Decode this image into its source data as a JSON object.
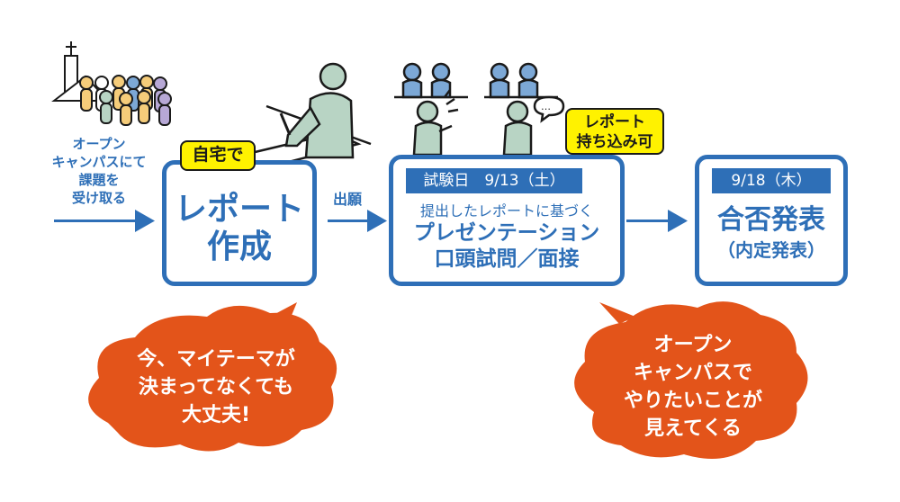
{
  "intro": {
    "lines": [
      "オープン",
      "キャンパスにて",
      "課題を",
      "受け取る"
    ]
  },
  "step1": {
    "tag": "自宅で",
    "title_line1": "レポート",
    "title_line2": "作成"
  },
  "between1": {
    "label": "出願"
  },
  "step2": {
    "tag_line1": "レポート",
    "tag_line2": "持ち込み可",
    "date_bar": "試験日　9/13（土）",
    "subtitle": "提出したレポートに基づく",
    "title_line1": "プレゼンテーション",
    "title_line2": "口頭試問／面接"
  },
  "step3": {
    "date_bar": "9/18（木）",
    "title_line1": "合否発表",
    "title_line2": "（内定発表）"
  },
  "bubble_left": {
    "lines": [
      "今、マイテーマが",
      "決まってなくても",
      "大丈夫!"
    ]
  },
  "bubble_right": {
    "lines": [
      "オープン",
      "キャンパスで",
      "やりたいことが",
      "見えてくる"
    ]
  },
  "colors": {
    "primary": "#2e6fb7",
    "accent_orange": "#e3541a",
    "tag_yellow": "#fff200",
    "figure_green": "#b8d4c4"
  }
}
